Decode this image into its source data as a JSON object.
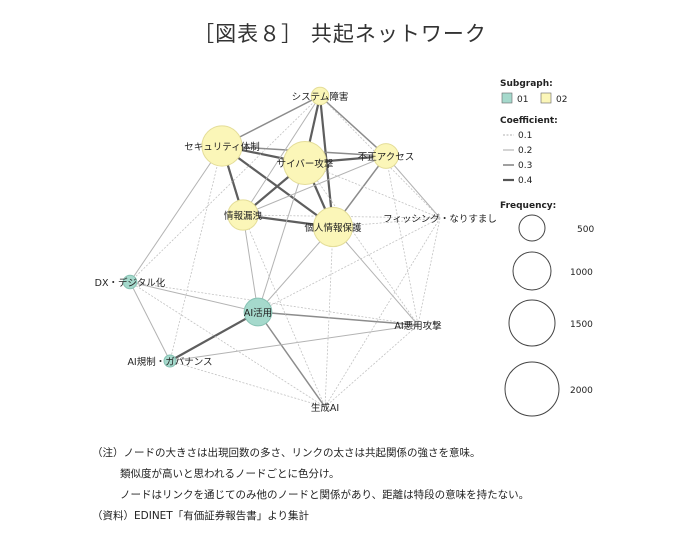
{
  "title": "［図表８］ 共起ネットワーク",
  "colors": {
    "01": "#a5d9cc",
    "02": "#fbf6b8",
    "01_stroke": "#86c2b3",
    "02_stroke": "#e4dd98"
  },
  "chart_data": {
    "type": "network",
    "nodes": [
      {
        "id": "system",
        "label": "システム障害",
        "subgraph": "02",
        "frequency": 200
      },
      {
        "id": "security",
        "label": "セキュリティ体制",
        "subgraph": "02",
        "frequency": 1050
      },
      {
        "id": "cyber",
        "label": "サイバー攻撃",
        "subgraph": "02",
        "frequency": 1200
      },
      {
        "id": "fusei",
        "label": "不正アクセス",
        "subgraph": "02",
        "frequency": 400
      },
      {
        "id": "leak",
        "label": "情報漏洩",
        "subgraph": "02",
        "frequency": 600
      },
      {
        "id": "privacy",
        "label": "個人情報保護",
        "subgraph": "02",
        "frequency": 1000
      },
      {
        "id": "phishing",
        "label": "フィッシング・なりすまし",
        "subgraph": "02",
        "frequency": 0
      },
      {
        "id": "dx",
        "label": "DX・デジタル化",
        "subgraph": "01",
        "frequency": 120
      },
      {
        "id": "ai",
        "label": "AI活用",
        "subgraph": "01",
        "frequency": 500
      },
      {
        "id": "aiattack",
        "label": "AI悪用攻撃",
        "subgraph": "01",
        "frequency": 0
      },
      {
        "id": "gov",
        "label": "AI規制・ガバナンス",
        "subgraph": "01",
        "frequency": 80
      },
      {
        "id": "genai",
        "label": "生成AI",
        "subgraph": "01",
        "frequency": 0
      }
    ],
    "edges": [
      {
        "s": "cyber",
        "t": "security",
        "coef": 0.4
      },
      {
        "s": "cyber",
        "t": "fusei",
        "coef": 0.4
      },
      {
        "s": "cyber",
        "t": "privacy",
        "coef": 0.4
      },
      {
        "s": "cyber",
        "t": "leak",
        "coef": 0.4
      },
      {
        "s": "security",
        "t": "leak",
        "coef": 0.4
      },
      {
        "s": "leak",
        "t": "privacy",
        "coef": 0.4
      },
      {
        "s": "security",
        "t": "privacy",
        "coef": 0.4
      },
      {
        "s": "system",
        "t": "cyber",
        "coef": 0.4
      },
      {
        "s": "system",
        "t": "privacy",
        "coef": 0.4
      },
      {
        "s": "ai",
        "t": "gov",
        "coef": 0.4
      },
      {
        "s": "security",
        "t": "fusei",
        "coef": 0.3
      },
      {
        "s": "system",
        "t": "security",
        "coef": 0.3
      },
      {
        "s": "system",
        "t": "fusei",
        "coef": 0.3
      },
      {
        "s": "fusei",
        "t": "privacy",
        "coef": 0.3
      },
      {
        "s": "ai",
        "t": "aiattack",
        "coef": 0.3
      },
      {
        "s": "ai",
        "t": "genai",
        "coef": 0.3
      },
      {
        "s": "system",
        "t": "leak",
        "coef": 0.2
      },
      {
        "s": "leak",
        "t": "fusei",
        "coef": 0.2
      },
      {
        "s": "security",
        "t": "dx",
        "coef": 0.2
      },
      {
        "s": "dx",
        "t": "ai",
        "coef": 0.2
      },
      {
        "s": "leak",
        "t": "ai",
        "coef": 0.2
      },
      {
        "s": "privacy",
        "t": "ai",
        "coef": 0.2
      },
      {
        "s": "cyber",
        "t": "ai",
        "coef": 0.2
      },
      {
        "s": "privacy",
        "t": "aiattack",
        "coef": 0.2
      },
      {
        "s": "fusei",
        "t": "phishing",
        "coef": 0.2
      },
      {
        "s": "gov",
        "t": "aiattack",
        "coef": 0.2
      },
      {
        "s": "dx",
        "t": "gov",
        "coef": 0.2
      },
      {
        "s": "security",
        "t": "gov",
        "coef": 0.1
      },
      {
        "s": "system",
        "t": "dx",
        "coef": 0.1
      },
      {
        "s": "cyber",
        "t": "aiattack",
        "coef": 0.1
      },
      {
        "s": "cyber",
        "t": "phishing",
        "coef": 0.1
      },
      {
        "s": "leak",
        "t": "phishing",
        "coef": 0.1
      },
      {
        "s": "privacy",
        "t": "phishing",
        "coef": 0.1
      },
      {
        "s": "fusei",
        "t": "aiattack",
        "coef": 0.1
      },
      {
        "s": "phishing",
        "t": "aiattack",
        "coef": 0.1
      },
      {
        "s": "phishing",
        "t": "genai",
        "coef": 0.1
      },
      {
        "s": "privacy",
        "t": "genai",
        "coef": 0.1
      },
      {
        "s": "leak",
        "t": "genai",
        "coef": 0.1
      },
      {
        "s": "dx",
        "t": "genai",
        "coef": 0.1
      },
      {
        "s": "gov",
        "t": "genai",
        "coef": 0.1
      },
      {
        "s": "aiattack",
        "t": "genai",
        "coef": 0.1
      },
      {
        "s": "ai",
        "t": "phishing",
        "coef": 0.1
      },
      {
        "s": "dx",
        "t": "aiattack",
        "coef": 0.1
      },
      {
        "s": "system",
        "t": "phishing",
        "coef": 0.1
      }
    ]
  },
  "legend": {
    "subgraph_title": "Subgraph:",
    "subgraph_items": [
      "01",
      "02"
    ],
    "coefficient_title": "Coefficient:",
    "coefficient_items": [
      "0.1",
      "0.2",
      "0.3",
      "0.4"
    ],
    "frequency_title": "Frequency:",
    "frequency_items": [
      "500",
      "1000",
      "1500",
      "2000"
    ]
  },
  "notes": {
    "line1": "（注）ノードの大きさは出現回数の多さ、リンクの太さは共起関係の強さを意味。",
    "line2": "類似度が高いと思われるノードごとに色分け。",
    "line3": "ノードはリンクを通じてのみ他のノードと関係があり、距離は特段の意味を持たない。",
    "line4": "（資料）EDINET「有価証券報告書」より集計"
  }
}
